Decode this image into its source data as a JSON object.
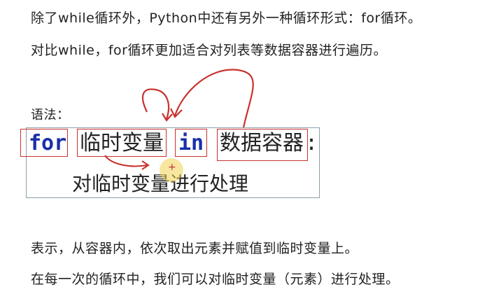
{
  "text": {
    "p1": "除了while循环外，Python中还有另外一种循环形式：for循环。",
    "p2": "对比while，for循环更加适合对列表等数据容器进行遍历。",
    "syntax_label": "语法：",
    "p3": "表示，从容器内，依次取出元素并赋值到临时变量上。",
    "p4": "在每一次的循环中，我们可以对临时变量（元素）进行处理。"
  },
  "code": {
    "kw_for": "for",
    "var": "临时变量",
    "kw_in": "in",
    "container": "数据容器",
    "colon": ":",
    "body": "对临时变量进行处理"
  },
  "colors": {
    "keyword": "#1a2fa8",
    "annotation": "#c8322d",
    "box_border": "#8aa0a8"
  }
}
